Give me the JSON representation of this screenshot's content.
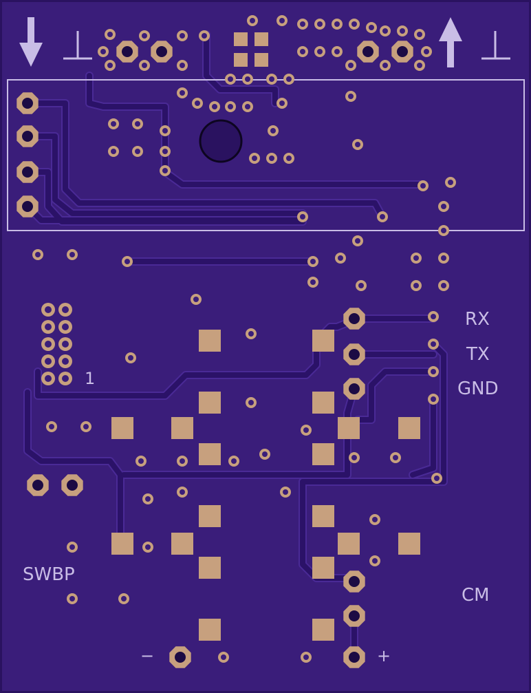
{
  "board": {
    "colors": {
      "substrate": "#3a1d7a",
      "edge": "#2a1260",
      "trace": "#2b1268",
      "trace_edge": "#4a2a96",
      "copper": "#c7a07e",
      "silk": "#c9bde6"
    }
  },
  "silkscreen": {
    "left_arrow_icon": "arrow-down-icon",
    "right_arrow_icon": "arrow-up-icon",
    "ground_icon": "ground-symbol-icon",
    "pin1": "1",
    "rx": "RX",
    "tx": "TX",
    "gnd": "GND",
    "swbp": "SWBP",
    "cm": "CM",
    "minus": "−",
    "plus": "+"
  }
}
